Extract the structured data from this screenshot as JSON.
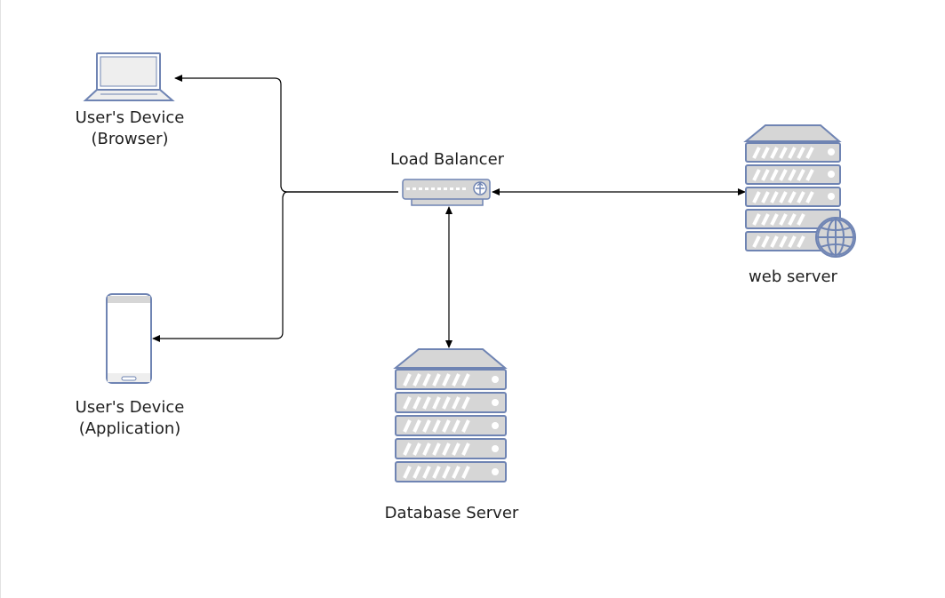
{
  "nodes": {
    "browser_device": {
      "label_line1": "User's Device",
      "label_line2": "(Browser)",
      "icon": "laptop-icon"
    },
    "app_device": {
      "label_line1": "User's Device",
      "label_line2": "(Application)",
      "icon": "smartphone-icon"
    },
    "load_balancer": {
      "label": "Load Balancer",
      "icon": "load-balancer-icon"
    },
    "web_server": {
      "label": "web server",
      "icon": "web-server-icon"
    },
    "database_server": {
      "label": "Database Server",
      "icon": "database-server-icon"
    }
  },
  "colors": {
    "stroke": "#6f84b3",
    "fill": "#d6d6d6",
    "light_fill": "#eeeeee",
    "connector": "#000000",
    "text": "#1f1f1f"
  }
}
